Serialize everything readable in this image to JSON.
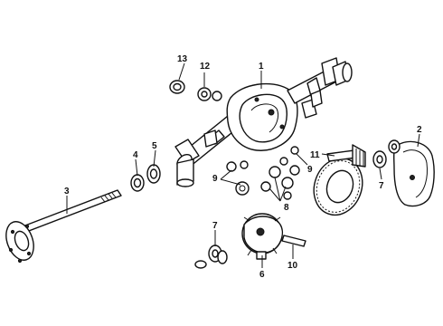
{
  "callouts": {
    "c1": "1",
    "c2": "2",
    "c3": "3",
    "c4": "4",
    "c5": "5",
    "c6": "6",
    "c7a": "7",
    "c7b": "7",
    "c8": "8",
    "c9a": "9",
    "c9b": "9",
    "c10": "10",
    "c11": "11",
    "c12": "12",
    "c13": "13"
  }
}
